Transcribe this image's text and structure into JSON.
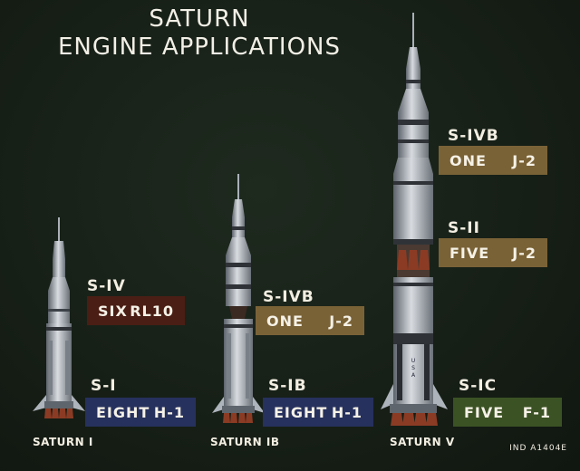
{
  "title": {
    "line1": "SATURN",
    "line2": "ENGINE APPLICATIONS"
  },
  "rockets": [
    {
      "name": "SATURN I",
      "stages": [
        {
          "stage": "S-IV",
          "count": "SIX",
          "engine": "RL10",
          "color": "#4a1e14"
        },
        {
          "stage": "S-I",
          "count": "EIGHT",
          "engine": "H-1",
          "color": "#27315d"
        }
      ]
    },
    {
      "name": "SATURN IB",
      "stages": [
        {
          "stage": "S-IVB",
          "count": "ONE",
          "engine": "J-2",
          "color": "#7a6237"
        },
        {
          "stage": "S-IB",
          "count": "EIGHT",
          "engine": "H-1",
          "color": "#27315d"
        }
      ]
    },
    {
      "name": "SATURN V",
      "stages": [
        {
          "stage": "S-IVB",
          "count": "ONE",
          "engine": "J-2",
          "color": "#7a6237"
        },
        {
          "stage": "S-II",
          "count": "FIVE",
          "engine": "J-2",
          "color": "#7a6237"
        },
        {
          "stage": "S-IC",
          "count": "FIVE",
          "engine": "F-1",
          "color": "#3b5224"
        }
      ]
    }
  ],
  "id_code": "IND A1404E",
  "colors": {
    "background": "#172017",
    "text": "#f3eee2",
    "rocket_body": "#b9bec6"
  }
}
